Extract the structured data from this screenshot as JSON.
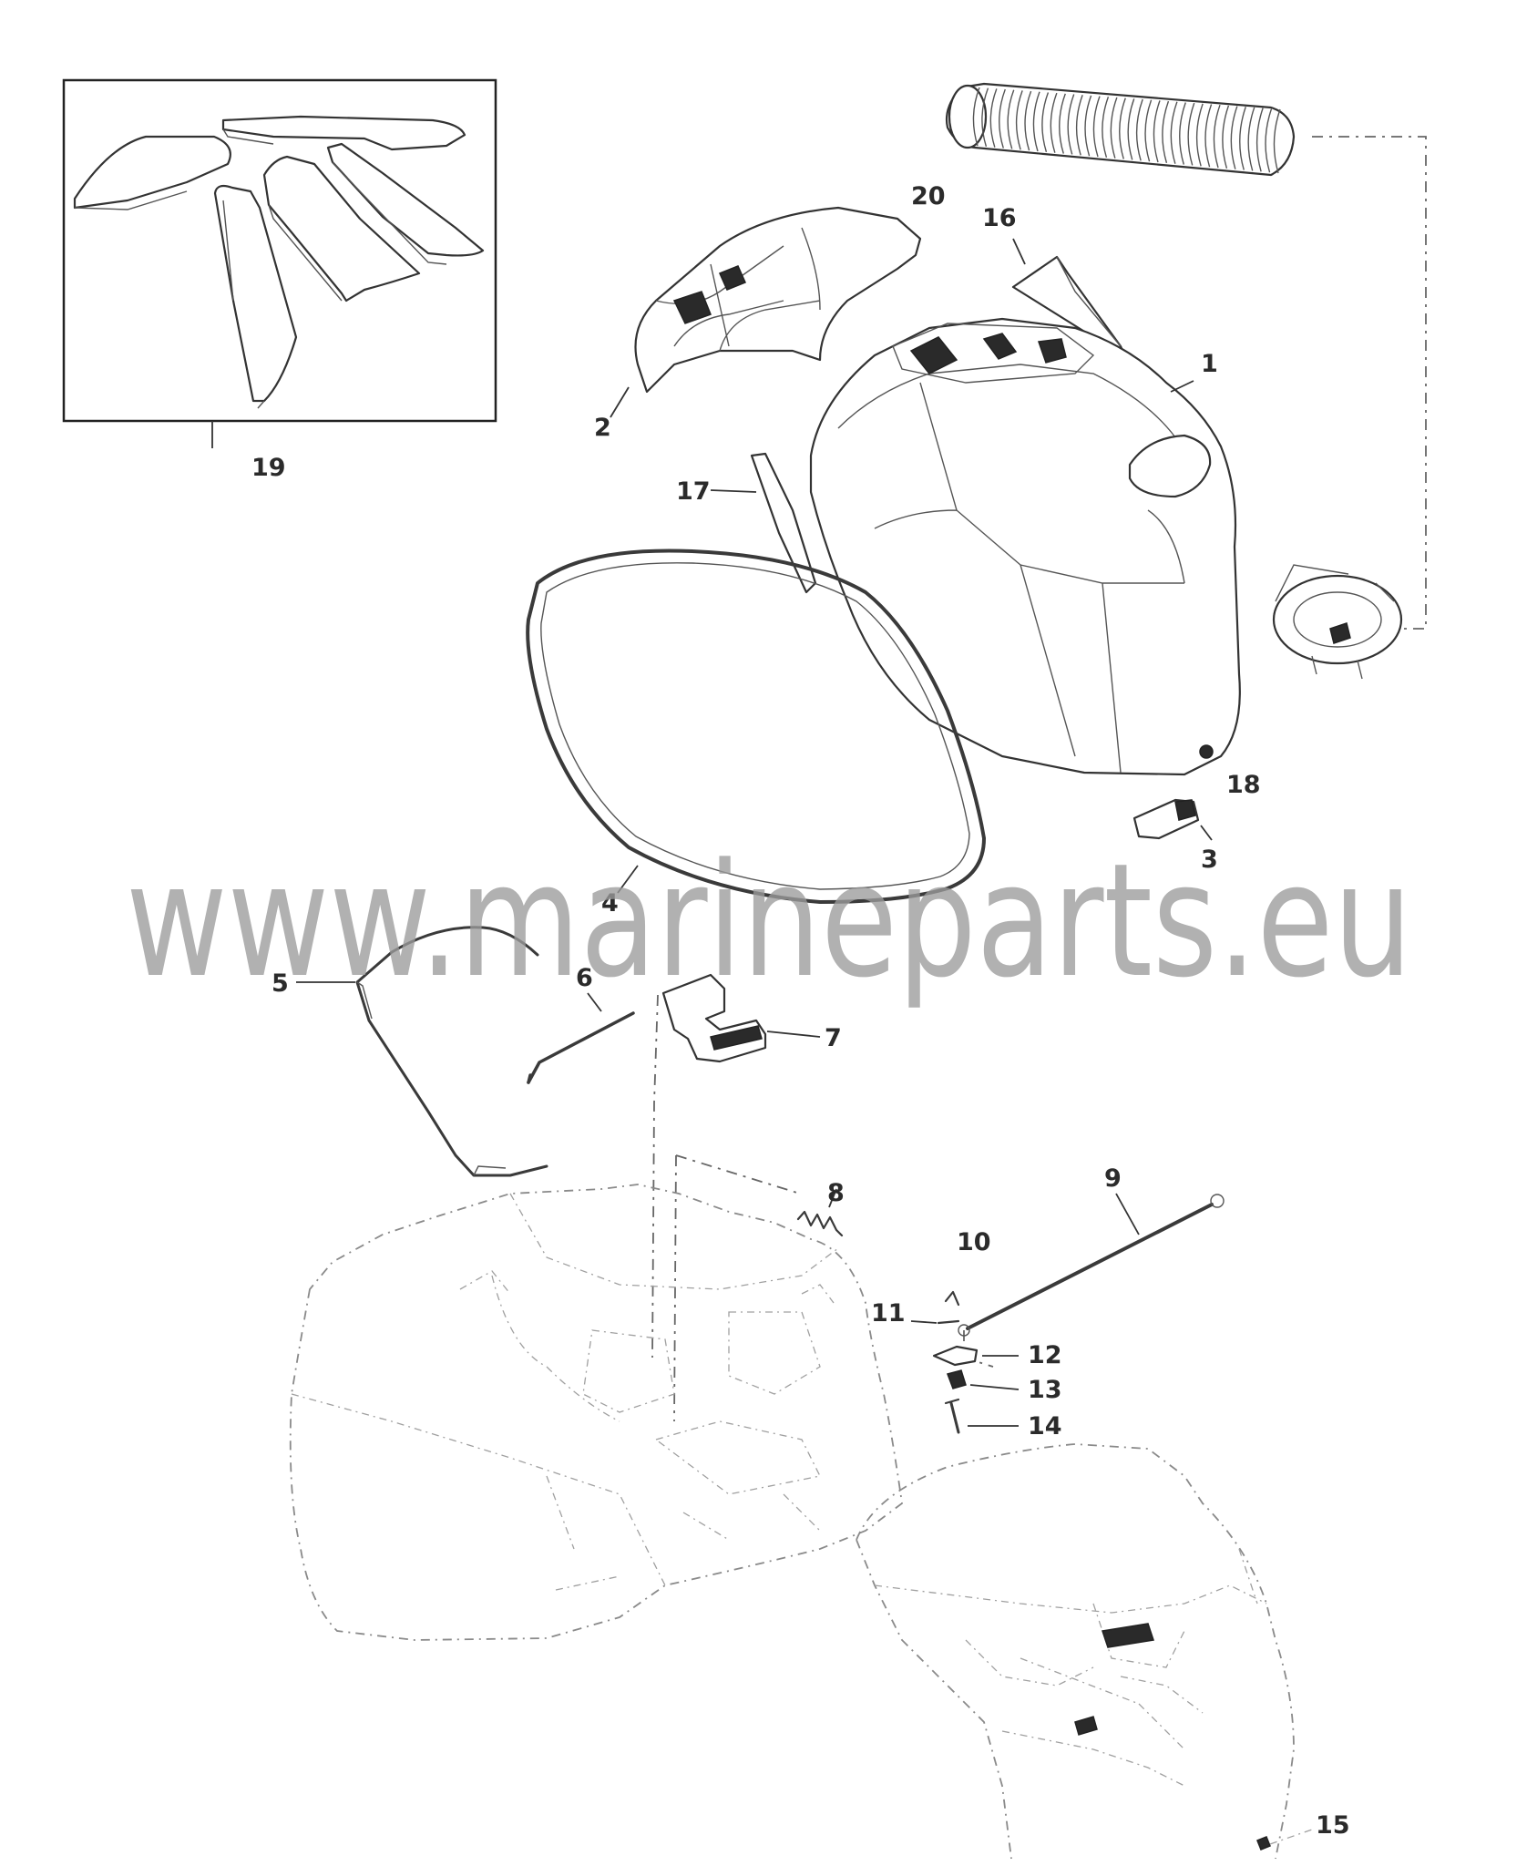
{
  "watermark": "www.marineparts.eu",
  "callouts": {
    "c1": "1",
    "c2": "2",
    "c3": "3",
    "c4": "4",
    "c5": "5",
    "c6": "6",
    "c7": "7",
    "c8": "8",
    "c9": "9",
    "c10": "10",
    "c11": "11",
    "c12": "12",
    "c13": "13",
    "c14": "14",
    "c15": "15",
    "c16": "16",
    "c17": "17",
    "c18": "18",
    "c19": "19",
    "c20": "20"
  }
}
